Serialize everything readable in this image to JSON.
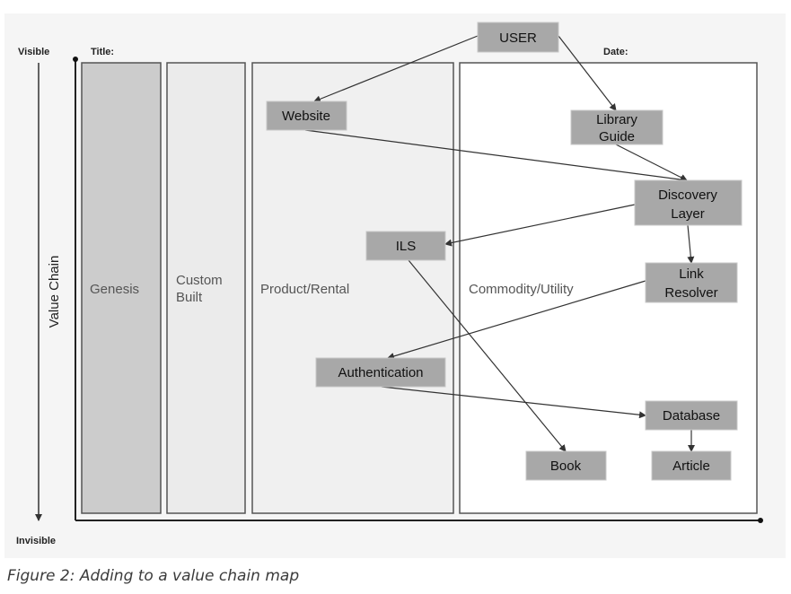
{
  "labels": {
    "visible": "Visible",
    "invisible": "Invisible",
    "value_chain": "Value Chain",
    "title": "Title:",
    "date": "Date:"
  },
  "columns": [
    {
      "label": "Genesis",
      "fill": "#cccccc"
    },
    {
      "label": "Custom\nBuilt",
      "line1": "Custom",
      "line2": "Built",
      "fill": "#ebebeb"
    },
    {
      "label": "Product/Rental",
      "fill": "#f0f0f0"
    },
    {
      "label": "Commodity/Utility",
      "fill": "#ffffff"
    }
  ],
  "nodes": {
    "user": "USER",
    "website": "Website",
    "library_guide": [
      "Library",
      "Guide"
    ],
    "discovery_layer": [
      "Discovery",
      "Layer"
    ],
    "ils": "ILS",
    "link_resolver": [
      "Link",
      "Resolver"
    ],
    "authentication": "Authentication",
    "database": "Database",
    "book": "Book",
    "article": "Article"
  },
  "edges": [
    [
      "USER",
      "Website"
    ],
    [
      "USER",
      "Library Guide"
    ],
    [
      "Website",
      "Discovery Layer"
    ],
    [
      "Library Guide",
      "Discovery Layer"
    ],
    [
      "Discovery Layer",
      "ILS"
    ],
    [
      "Discovery Layer",
      "Link Resolver"
    ],
    [
      "ILS",
      "Book"
    ],
    [
      "Link Resolver",
      "Authentication"
    ],
    [
      "Authentication",
      "Database"
    ],
    [
      "Database",
      "Article"
    ]
  ],
  "node_fill": "#a8a8a8",
  "caption": "Figure 2: Adding to a value chain map"
}
